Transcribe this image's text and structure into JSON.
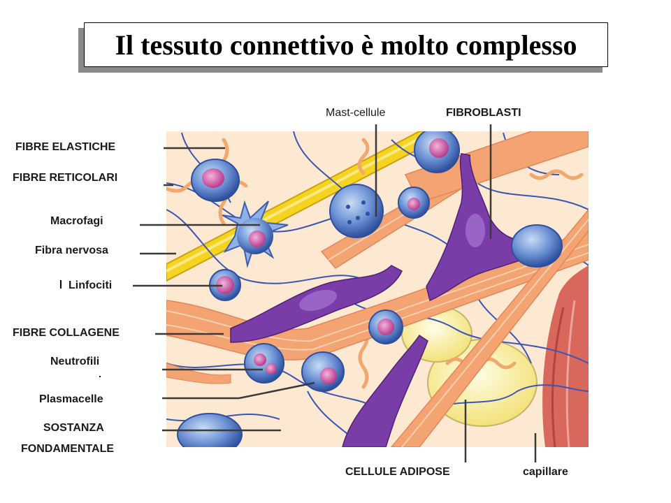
{
  "title": "Il tessuto connettivo è molto complesso",
  "labels": {
    "fibre_elastiche": "FIBRE ELASTICHE",
    "fibre_reticolari": "FIBRE RETICOLARI",
    "macrofagi": "Macrofagi",
    "fibra_nervosa": "Fibra nervosa",
    "linfociti": "Linfociti",
    "fibre_collagene": "FIBRE COLLAGENE",
    "neutrofili": "Neutrofili",
    "plasmacelle": "Plasmacelle",
    "sostanza": "SOSTANZA",
    "fondamentale": "FONDAMENTALE",
    "mast_cellule": "Mast-cellule",
    "fibroblasti": "FIBROBLASTI",
    "cellule_adipose": "CELLULE ADIPOSE",
    "capillare": "capillare"
  },
  "colors": {
    "background_matrix": "#fde7cf",
    "collagen": "#f4a472",
    "collagen_light": "#fbd0ad",
    "elastic": "#f3b37c",
    "reticular": "#3b55b5",
    "nerve": "#f4d21e",
    "fibroblast": "#7a3da8",
    "nucleus_blue": "#3c66bb",
    "nucleus_pink": "#d85aa6",
    "adipose": "#fdf6b0",
    "capillary": "#d8685c"
  }
}
